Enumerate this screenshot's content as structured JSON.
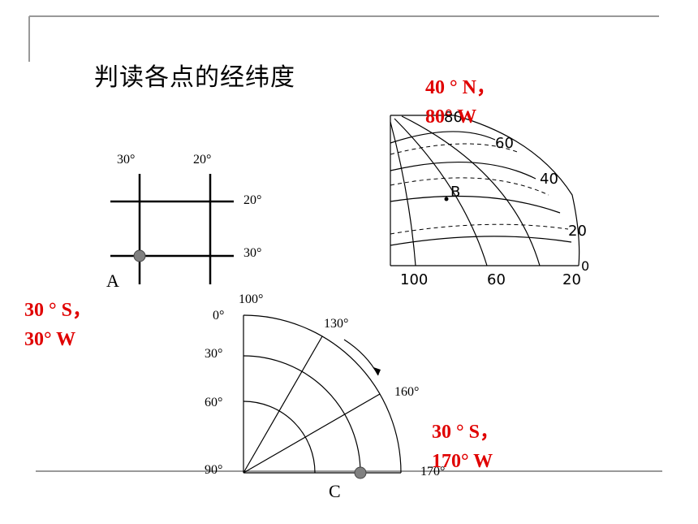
{
  "title": "判读各点的经纬度",
  "answers": {
    "a_line1": "30 ° S，",
    "a_line2": "30° W",
    "b_line1": "40 ° N，",
    "b_line2": "80° W",
    "c_line1": "30 ° S，",
    "c_line2": "170° W"
  },
  "grid_a": {
    "top_left": "30°",
    "top_right": "20°",
    "right_upper": "20°",
    "right_lower": "30°",
    "point": "A"
  },
  "polar_b": {
    "arc_60": "60",
    "arc_40": "40",
    "arc_20": "20",
    "arc_0": "0",
    "arc_80": "80",
    "bottom_100": "100",
    "bottom_60": "60",
    "bottom_20": "20",
    "point": "B"
  },
  "polar_c": {
    "lon_100": "100°",
    "lon_130": "130°",
    "lon_160": "160°",
    "lon_170": "170°",
    "lat_0": "0°",
    "lat_30": "30°",
    "lat_60": "60°",
    "lat_90": "90°",
    "point": "C"
  },
  "colors": {
    "answer": "#e00000",
    "frame": "#999999",
    "dot": "#808080"
  }
}
